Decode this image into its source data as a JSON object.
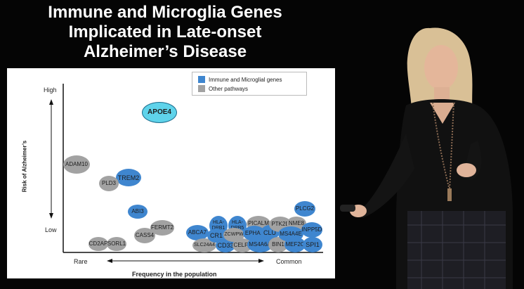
{
  "title": [
    "Immune and Microglia Genes",
    "Implicated in Late-onset",
    "Alzheimer’s Disease"
  ],
  "legend": {
    "immune": "Immune and Microglial genes",
    "other": "Other pathways"
  },
  "axes": {
    "y_label": "Risk of Alzheimer’s",
    "y_high": "High",
    "y_low": "Low",
    "x_label": "Frequency in the population",
    "x_rare": "Rare",
    "x_common": "Common"
  },
  "colors": {
    "immune": "#3f86cf",
    "other": "#a2a2a2",
    "apoe": "#5fd3ea"
  },
  "genes": {
    "apoe4": "APOE4",
    "adam10": "ADAM10",
    "trem2": "TREM2",
    "pld3": "PLD3",
    "abi3": "ABI3",
    "fermt2": "FERMT2",
    "cass4": "CASS4",
    "cd2ap": "CD2AP",
    "sorl1": "SORL1",
    "abca7": "ABCA7",
    "slc24a4": "SLC24A4",
    "hla_drb1": "HLA-DRB1",
    "cr1": "CR1",
    "cd33": "CD33",
    "hla_drb5": "HLA-DRB5",
    "zcwpw": "ZCWPW",
    "celf1": "CELF1",
    "picalm": "PICALM",
    "epha1": "EPHA1",
    "clu": "CLU",
    "ms4a6a": "MS4A6A",
    "ptk2b": "PTK2B",
    "bin1": "BIN1",
    "nme8": "NME8",
    "ms4a4e": "MS4A4E",
    "mef2c": "MEF2C",
    "inpp5d": "INPP5D",
    "spi1": "SPI1",
    "plcg2": "PLCG2"
  }
}
